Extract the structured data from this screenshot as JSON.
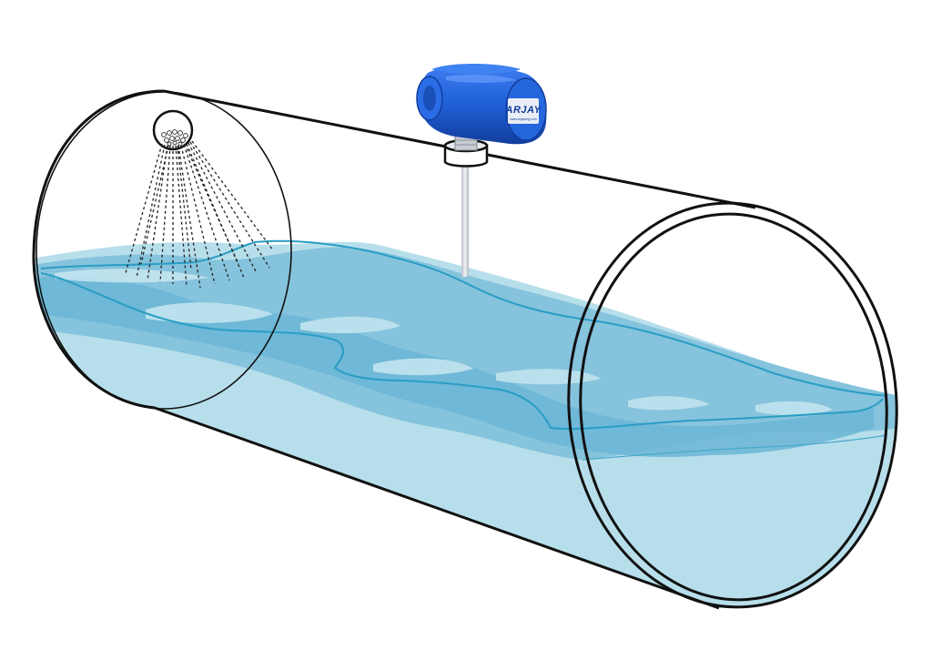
{
  "diagram": {
    "type": "illustration",
    "subject": "horizontal-cylindrical-tank-with-level-transmitter",
    "components": [
      {
        "id": "tank",
        "kind": "horizontal-cylinder"
      },
      {
        "id": "spray-nozzle",
        "kind": "nozzle-with-spray-pattern"
      },
      {
        "id": "level-transmitter",
        "kind": "probe-transmitter"
      },
      {
        "id": "liquid",
        "kind": "turbulent-liquid"
      }
    ]
  },
  "transmitter": {
    "brand": "ARJAY",
    "website": "www.arjayeng.com"
  },
  "colors": {
    "tank_outline": "#111111",
    "liquid_light": "#b7dfeb",
    "liquid_mid": "#86c3dc",
    "liquid_dark": "#5fafd1",
    "liquid_line": "#2a9dc4",
    "transmitter_body": "#1f5fd6",
    "transmitter_dark": "#123d9c",
    "probe": "#d9dde3"
  }
}
